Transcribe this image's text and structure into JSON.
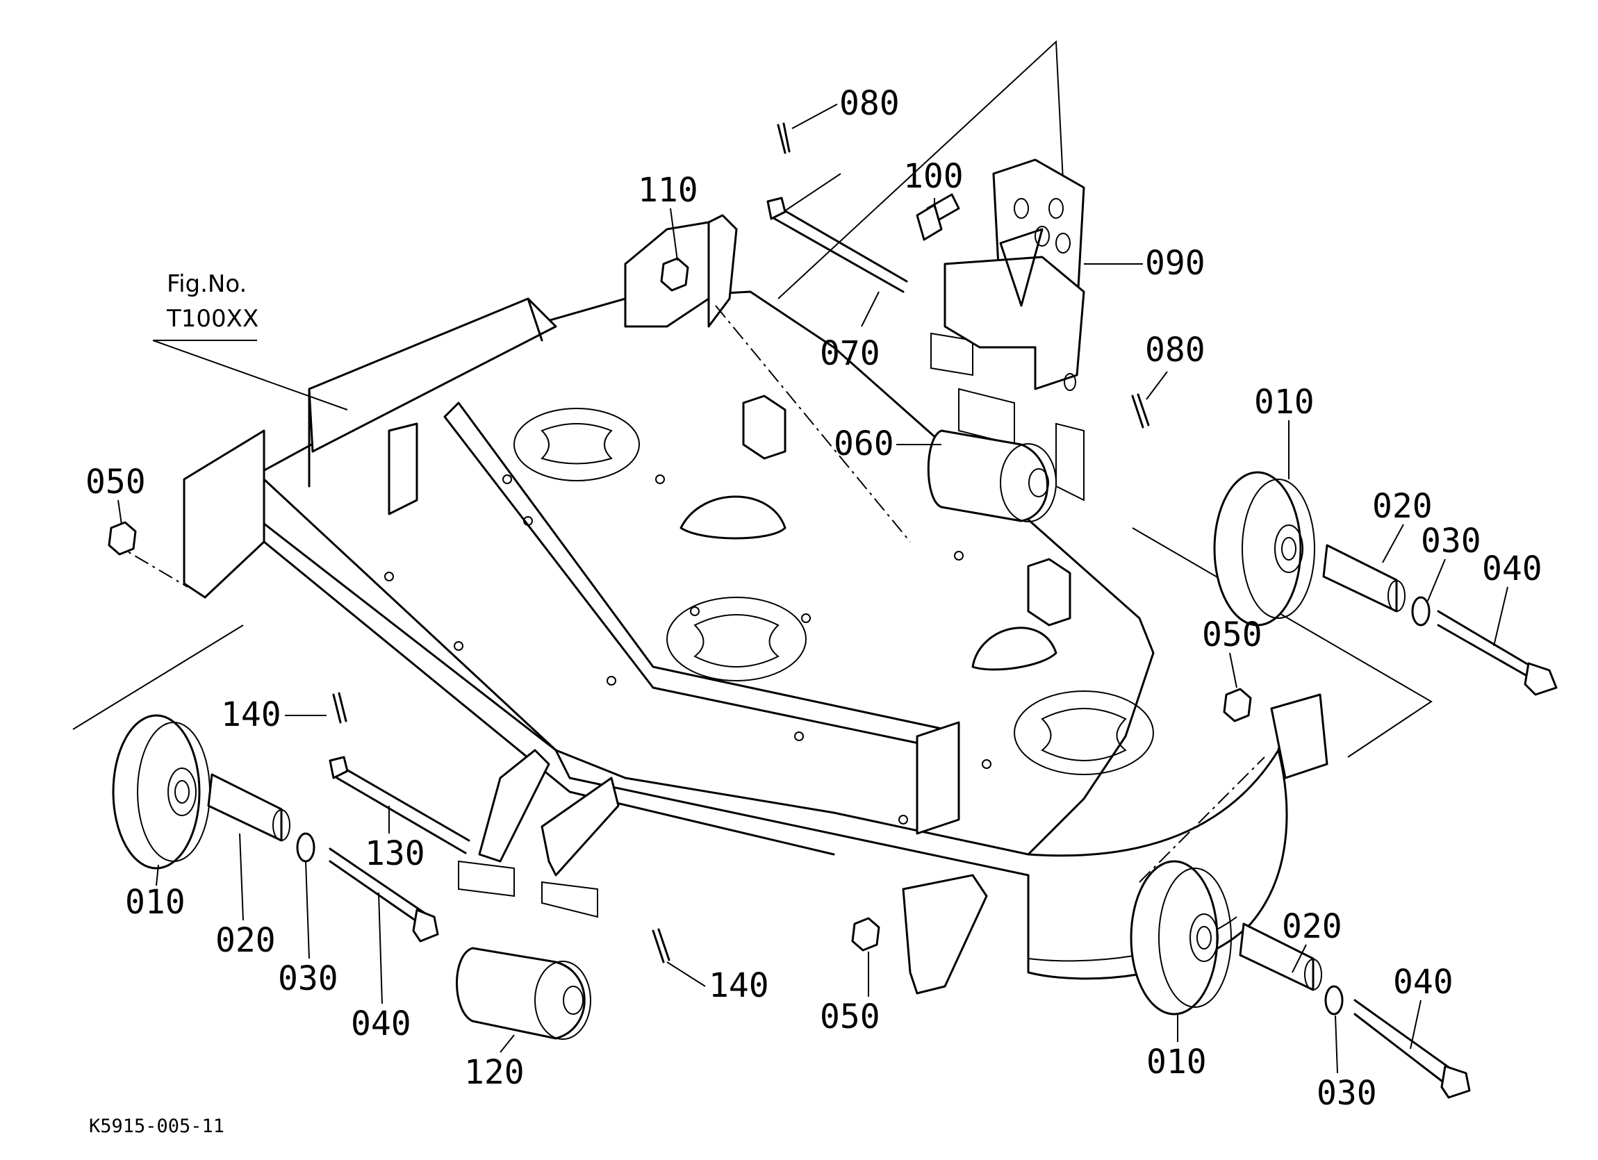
{
  "figure_ref": {
    "line1": "Fig.No.",
    "line2": "T100XX"
  },
  "drawing_number": "K5915-005-11",
  "callouts": [
    {
      "id": "c080a",
      "text": "080"
    },
    {
      "id": "c110",
      "text": "110"
    },
    {
      "id": "c100",
      "text": "100"
    },
    {
      "id": "c090",
      "text": "090"
    },
    {
      "id": "c070",
      "text": "070"
    },
    {
      "id": "c080b",
      "text": "080"
    },
    {
      "id": "c060",
      "text": "060"
    },
    {
      "id": "c010a",
      "text": "010"
    },
    {
      "id": "c020a",
      "text": "020"
    },
    {
      "id": "c030a",
      "text": "030"
    },
    {
      "id": "c040a",
      "text": "040"
    },
    {
      "id": "c050a",
      "text": "050"
    },
    {
      "id": "c050b",
      "text": "050"
    },
    {
      "id": "c140a",
      "text": "140"
    },
    {
      "id": "c130",
      "text": "130"
    },
    {
      "id": "c010b",
      "text": "010"
    },
    {
      "id": "c020b",
      "text": "020"
    },
    {
      "id": "c030b",
      "text": "030"
    },
    {
      "id": "c040b",
      "text": "040"
    },
    {
      "id": "c140b",
      "text": "140"
    },
    {
      "id": "c120",
      "text": "120"
    },
    {
      "id": "c050c",
      "text": "050"
    },
    {
      "id": "c010c",
      "text": "010"
    },
    {
      "id": "c020c",
      "text": "020"
    },
    {
      "id": "c030c",
      "text": "030"
    },
    {
      "id": "c040c",
      "text": "040"
    }
  ]
}
